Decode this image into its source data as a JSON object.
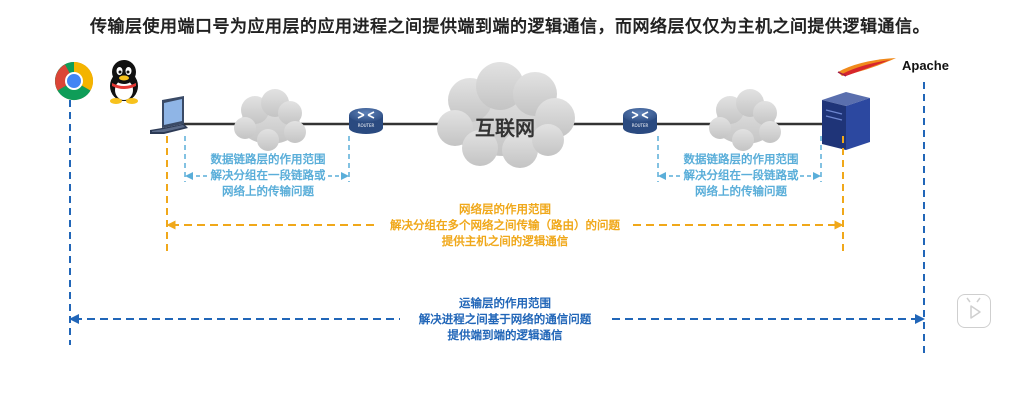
{
  "title": "传输层使用端口号为应用层的应用进程之间提供端到端的逻辑通信，而网络层仅仅为主机之间提供逻辑通信。",
  "apache_label": "Apache",
  "internet_label": "互联网",
  "router_caption": "ROUTER",
  "datalink_left": {
    "line1": "数据链路层的作用范围",
    "line2": "解决分组在一段链路或",
    "line3": "网络上的传输问题"
  },
  "datalink_right": {
    "line1": "数据链路层的作用范围",
    "line2": "解决分组在一段链路或",
    "line3": "网络上的传输问题"
  },
  "network_scope": {
    "line1": "网络层的作用范围",
    "line2": "解决分组在多个网络之间传输（路由）的问题",
    "line3": "提供主机之间的逻辑通信"
  },
  "transport_scope": {
    "line1": "运输层的作用范围",
    "line2": "解决进程之间基于网络的通信问题",
    "line3": "提供端到端的逻辑通信"
  },
  "colors": {
    "datalink": "#5aaed9",
    "network": "#f0a81a",
    "transport": "#2166b8",
    "cloud": "#d0d0d0",
    "link": "#333333"
  },
  "icons": {
    "browser": "chrome-icon",
    "messenger": "qq-penguin-icon",
    "client": "laptop-icon",
    "server": "server-tower-icon",
    "router": "router-icon",
    "feather": "apache-feather-icon",
    "play": "play-icon"
  }
}
